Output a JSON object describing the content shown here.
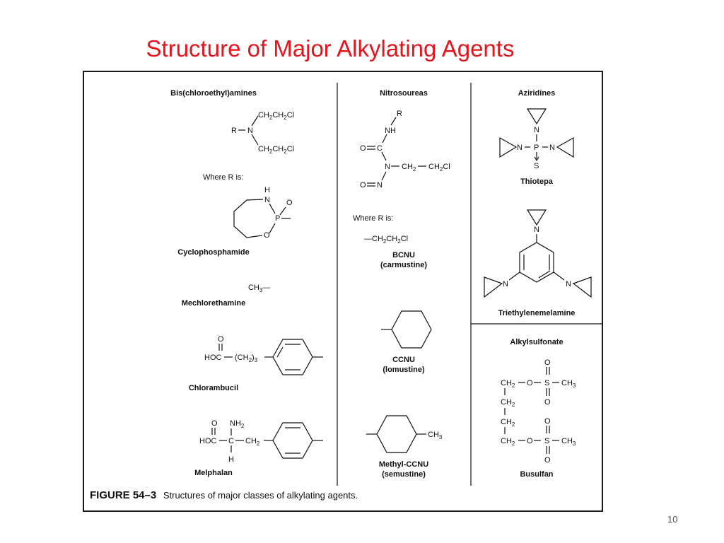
{
  "slide": {
    "title": "Structure of Major Alkylating Agents",
    "page_number": "10",
    "title_color": "#e8141b"
  },
  "figure": {
    "columns": {
      "bis": {
        "header": "Bis(chloroethyl)amines",
        "where_r": "Where R is:",
        "drugs": [
          "Cyclophosphamide",
          "Mechlorethamine",
          "Chlorambucil",
          "Melphalan"
        ]
      },
      "nitro": {
        "header": "Nitrosoureas",
        "where_r": "Where R is:",
        "drugs": [
          {
            "name": "BCNU",
            "alt": "(carmustine)"
          },
          {
            "name": "CCNU",
            "alt": "(lomustine)"
          },
          {
            "name": "Methyl-CCNU",
            "alt": "(semustine)"
          }
        ]
      },
      "aziridines": {
        "header": "Aziridines",
        "drugs": [
          "Thiotepa",
          "Triethylenemelamine"
        ]
      },
      "alkylsulfonate": {
        "header": "Alkylsulfonate",
        "drugs": [
          "Busulfan"
        ]
      }
    },
    "caption": {
      "label": "FIGURE 54–3",
      "text": "Structures of major classes of alkylating agents."
    }
  }
}
